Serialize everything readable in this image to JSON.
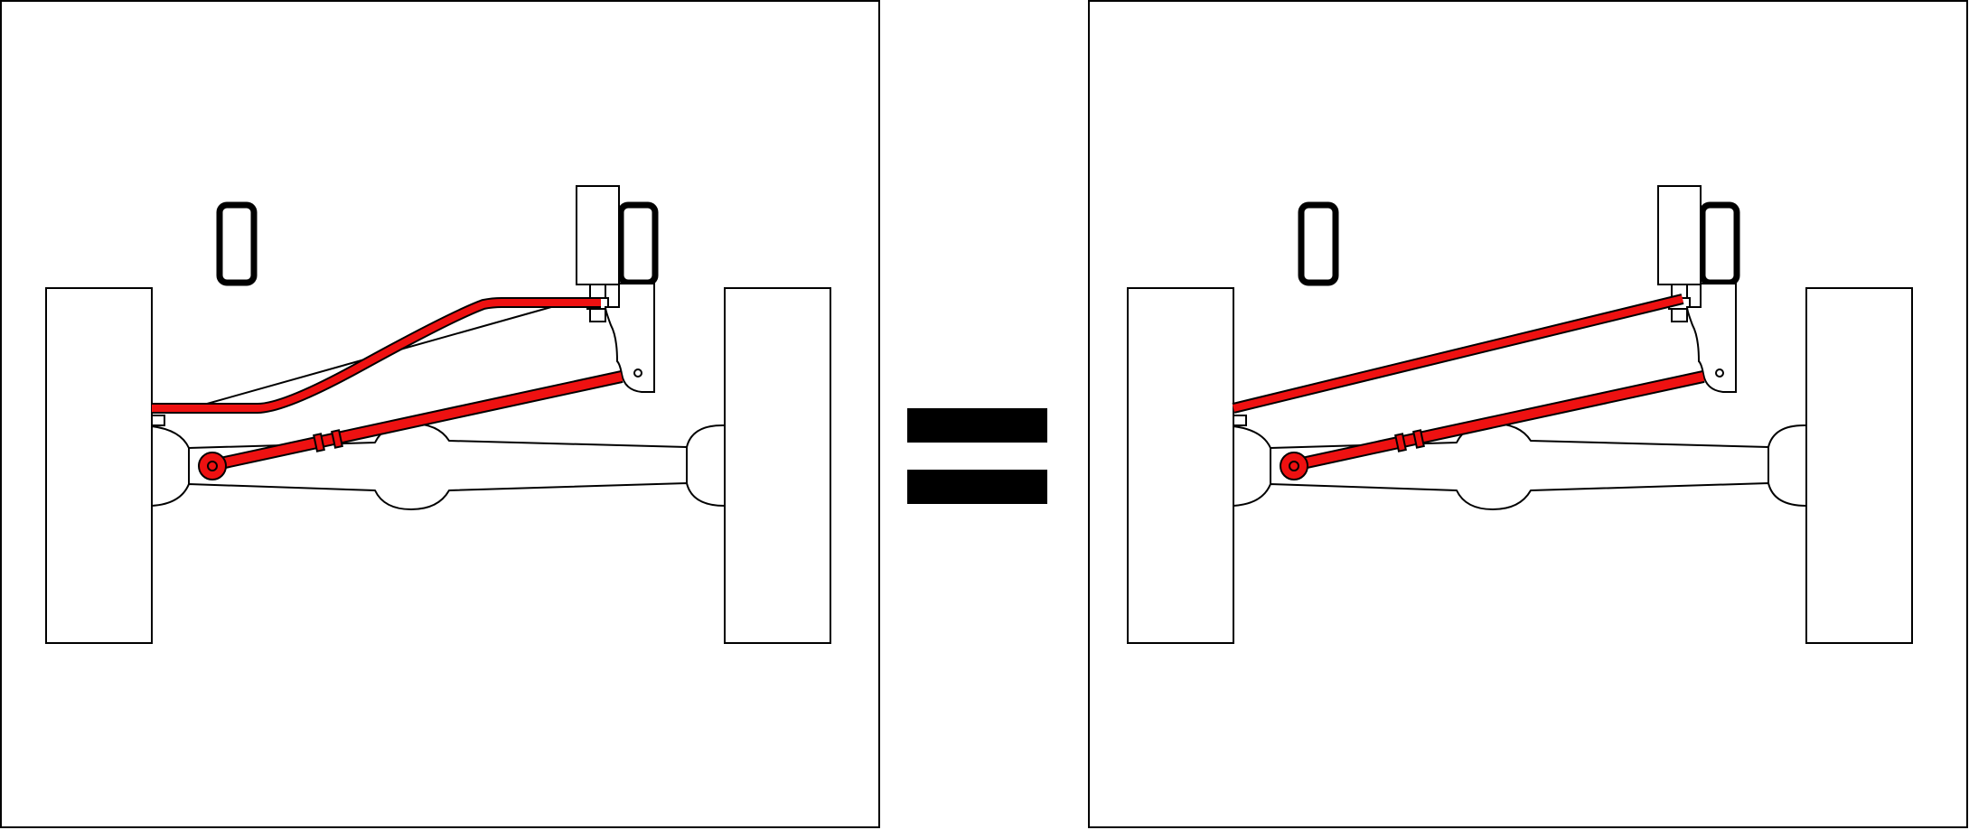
{
  "diagram": {
    "kind": "before-after-equivalence",
    "left_panel": {
      "description_role": "original-bent-track-bar",
      "drag_link_shape": "bent"
    },
    "operator": "equals",
    "right_panel": {
      "description_role": "straight-drag-link",
      "drag_link_shape": "straight"
    }
  },
  "colors": {
    "highlight": "#ee1111",
    "outline": "#000000",
    "background": "#ffffff",
    "equals_sign": "#000000"
  },
  "components": [
    "tire-left",
    "tire-right",
    "axle-housing",
    "track-bar",
    "drag-link",
    "steering-box",
    "frame-rails",
    "pitman-arm"
  ]
}
